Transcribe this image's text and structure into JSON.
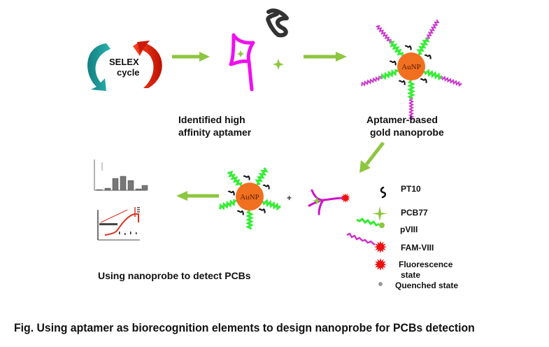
{
  "diagram": {
    "selex": {
      "line1": "SELEX",
      "line2": "cycle"
    },
    "step_labels": {
      "aptamer_line1": "Identified high",
      "aptamer_line2": "affinity aptamer",
      "nanoprobe_line1": "Aptamer-based",
      "nanoprobe_line2": "gold nanoprobe",
      "detect": "Using nanoprobe to detect PCBs"
    },
    "aunp_label": "AuNP",
    "plus_sign": "+",
    "legend": [
      {
        "label": "PT10",
        "icon": "pt10-squiggle-icon"
      },
      {
        "label": "PCB77",
        "icon": "pcb77-star-icon"
      },
      {
        "label": "pVIII",
        "icon": "pviii-strand-icon"
      },
      {
        "label": "FAM-VIII",
        "icon": "fam-viii-strand-icon"
      },
      {
        "label": "Fluorescence",
        "label2": "state",
        "icon": "fluorescence-burst-icon"
      },
      {
        "label": "Quenched state",
        "icon": "quenched-dot-icon"
      }
    ],
    "colors": {
      "arrow": "#8dc63f",
      "aunp": "#f07020",
      "aptamer": "#ee11ee",
      "pviii": "#33ee33",
      "fam": "#cc33cc",
      "fluor": "#ee1111",
      "selex_teal": "#1a9a9a",
      "selex_red": "#dd2211"
    },
    "caption": "Fig. Using aptamer as biorecognition elements to design nanoprobe for PCBs detection"
  }
}
